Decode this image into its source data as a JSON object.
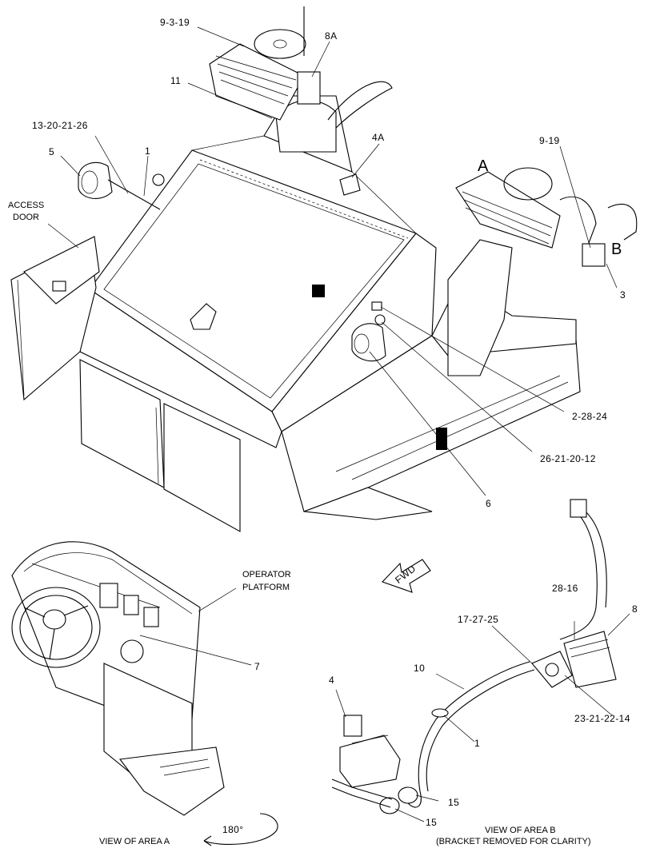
{
  "callouts": {
    "c9_3_19": "9-3-19",
    "c8a": "8A",
    "c11": "11",
    "c13_20_21_26": "13-20-21-26",
    "c5": "5",
    "c1_top": "1",
    "c4a": "4A",
    "c9_19": "9-19",
    "cA": "A",
    "cB": "B",
    "c3": "3",
    "access_door_1": "ACCESS",
    "access_door_2": "DOOR",
    "c2_28_24": "2-28-24",
    "c26_21_20_12": "26-21-20-12",
    "c6": "6",
    "operator_platform_1": "OPERATOR",
    "operator_platform_2": "PLATFORM",
    "c7": "7",
    "fwd": "FWD",
    "c28_16": "28-16",
    "c8": "8",
    "c17_27_25": "17-27-25",
    "c10": "10",
    "c4": "4",
    "c23_21_22_14": "23-21-22-14",
    "c1_bottom": "1",
    "c15_a": "15",
    "c15_b": "15",
    "rotation": "180°"
  },
  "captions": {
    "view_a": "VIEW OF AREA  A",
    "view_b_line1": "VIEW OF AREA B",
    "view_b_line2": "(BRACKET REMOVED FOR CLARITY)"
  }
}
